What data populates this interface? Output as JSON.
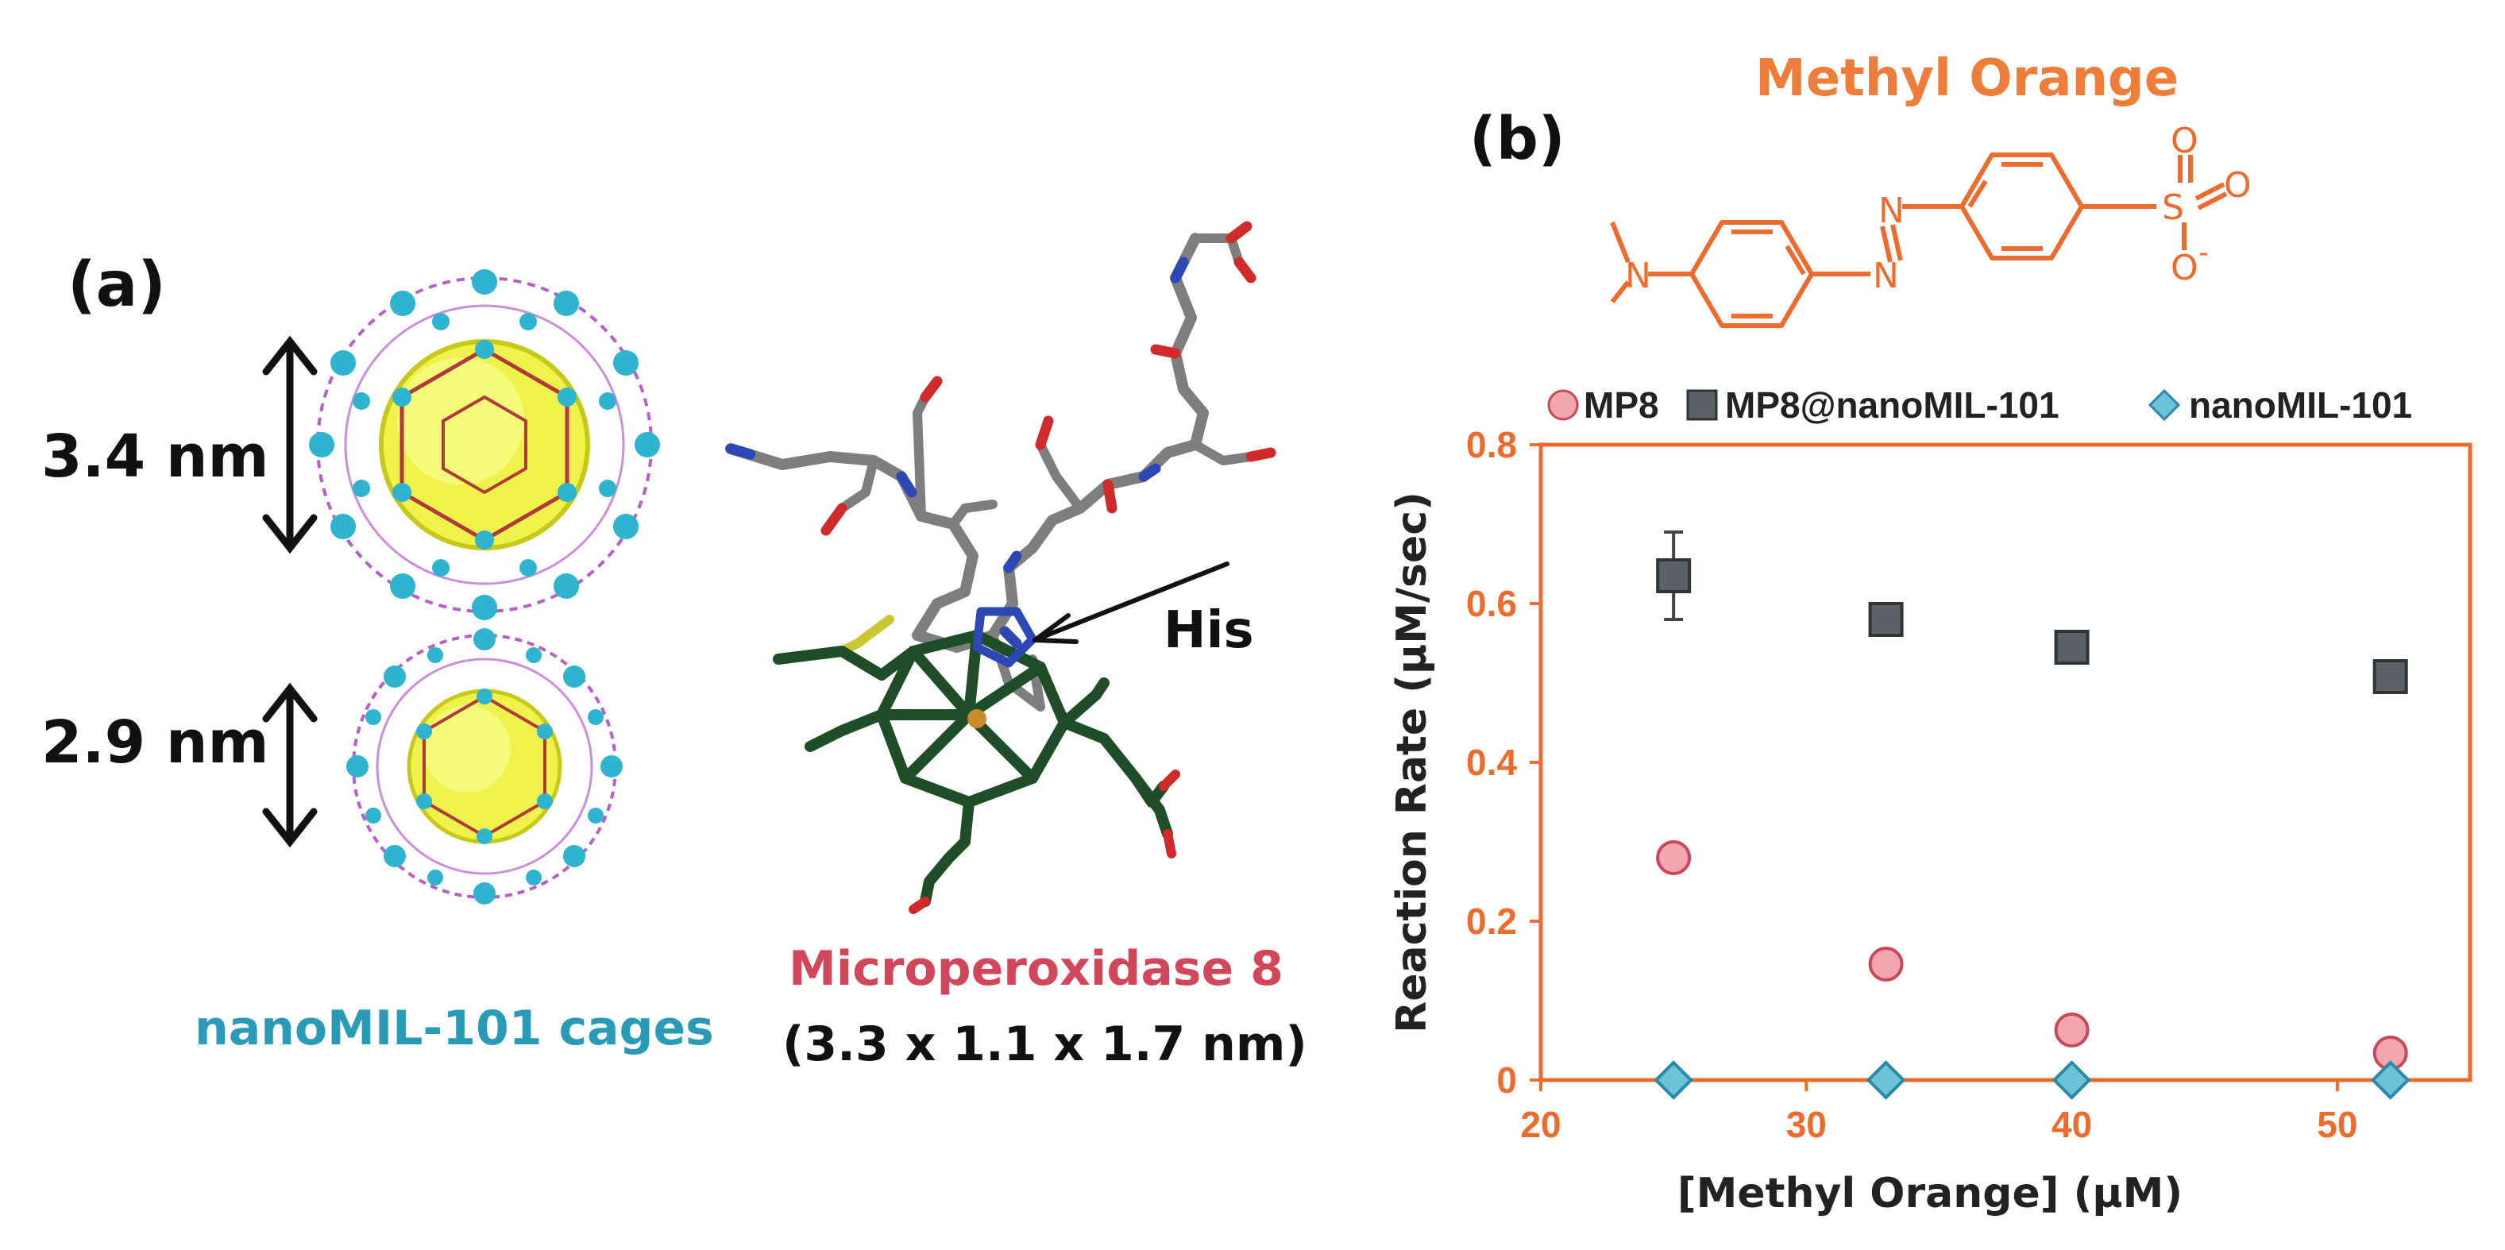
{
  "panel_a": {
    "label": "(a)",
    "cage_large_size": "3.4 nm",
    "cage_small_size": "2.9 nm",
    "cages_caption": "nanoMIL-101 cages",
    "enzyme_name": "Microperoxidase 8",
    "enzyme_dims": "(3.3 x 1.1 x 1.7 nm)",
    "his_label": "His"
  },
  "panel_b": {
    "label": "(b)",
    "molecule_title": "Methyl Orange",
    "atoms": {
      "n_amine": "N",
      "n_azo1": "N",
      "n_azo2": "N",
      "s": "S",
      "o1": "O",
      "o2": "O",
      "o3": "O",
      "charge": "-"
    }
  },
  "colors": {
    "accent_orange": "#ec6b2d",
    "title_orange": "#ef7d3a",
    "mp8_fill": "#f4a6ae",
    "mp8_stroke": "#c9475a",
    "composite_fill": "#5b6166",
    "composite_stroke": "#2f3437",
    "nanomil_fill": "#6cc3d8",
    "nanomil_stroke": "#2a8aa6",
    "cage_cyan": "#2eb4cf",
    "cage_magenta": "#b55fc9",
    "cage_core": "#eef24a",
    "enzyme_pink": "#d2465a",
    "heme_green": "#1f4d27",
    "stick_grey": "#7e7e7e"
  },
  "chart_data": {
    "type": "scatter",
    "xlabel": "[Methyl Orange] (μM)",
    "ylabel": "Reaction Rate (μM/sec)",
    "xlim": [
      20,
      55
    ],
    "ylim": [
      0,
      0.8
    ],
    "x_ticks": [
      "20",
      "30",
      "40",
      "50"
    ],
    "y_ticks": [
      "0",
      "0.2",
      "0.4",
      "0.6",
      "0.8"
    ],
    "legend_position": "top",
    "grid": false,
    "series": [
      {
        "name": "MP8",
        "marker": "circle",
        "x": [
          25,
          33,
          40,
          52
        ],
        "y": [
          0.28,
          0.146,
          0.063,
          0.034
        ],
        "err": [
          0,
          0,
          0,
          0
        ]
      },
      {
        "name": "MP8@nanoMIL-101",
        "marker": "square",
        "x": [
          25,
          33,
          40,
          52
        ],
        "y": [
          0.635,
          0.58,
          0.545,
          0.508
        ],
        "err": [
          0.055,
          0.02,
          0,
          0
        ]
      },
      {
        "name": "nanoMIL-101",
        "marker": "diamond",
        "x": [
          25,
          33,
          40,
          52
        ],
        "y": [
          0,
          0,
          0,
          0
        ],
        "err": [
          0,
          0,
          0,
          0
        ]
      }
    ]
  }
}
